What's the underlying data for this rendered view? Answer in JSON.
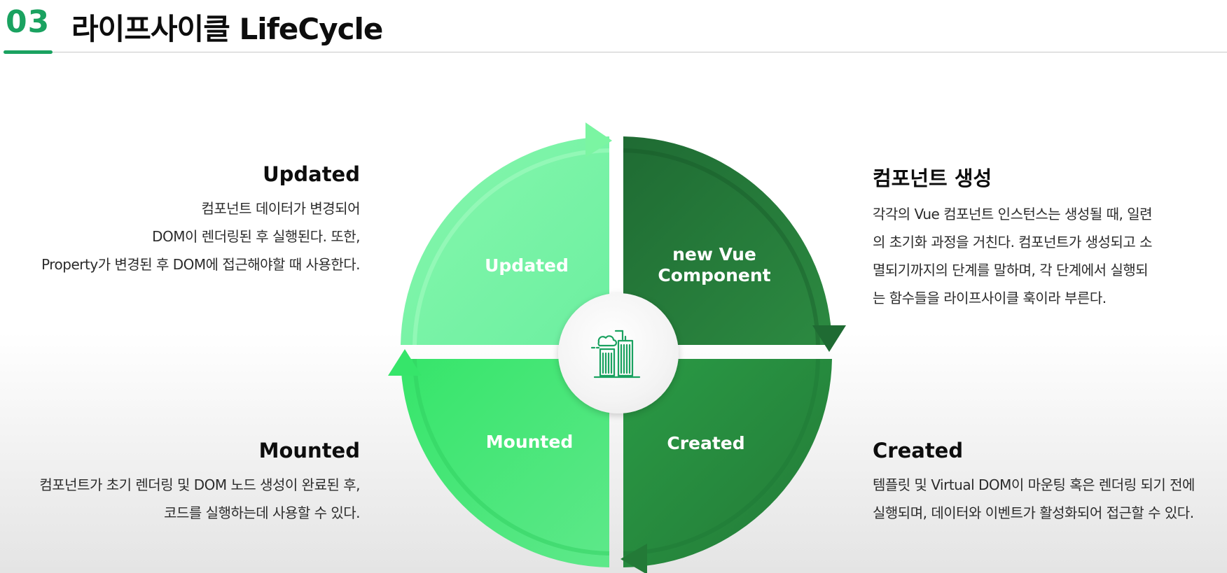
{
  "header": {
    "number": "03",
    "title": "라이프사이클 LifeCycle"
  },
  "cycle": {
    "quadrants": {
      "top_left": "Updated",
      "top_right_line1": "new Vue",
      "top_right_line2": "Component",
      "bottom_left": "Mounted",
      "bottom_right": "Created"
    },
    "center_icon": "city-buildings-icon",
    "colors": {
      "top_left": "#7bf5a2",
      "top_right": "#25773a",
      "bottom_left": "#43de70",
      "bottom_right": "#2a9a45",
      "accent": "#1aa260"
    }
  },
  "descriptions": {
    "updated": {
      "title": "Updated",
      "lines": [
        "컴포넌트 데이터가 변경되어",
        "DOM이 렌더링된 후 실행된다. 또한,",
        "Property가 변경된 후 DOM에 접근해야할 때 사용한다."
      ]
    },
    "component_creation": {
      "title": "컴포넌트 생성",
      "lines": [
        "각각의 Vue 컴포넌트 인스턴스는 생성될 때, 일련",
        "의 초기화 과정을 거친다. 컴포넌트가 생성되고 소",
        "멸되기까지의 단계를 말하며, 각 단계에서 실행되",
        "는 함수들을 라이프사이클 훅이라 부른다."
      ]
    },
    "mounted": {
      "title": "Mounted",
      "lines": [
        "컴포넌트가 초기 렌더링 및 DOM 노드 생성이 완료된 후,",
        "코드를 실행하는데 사용할 수 있다."
      ]
    },
    "created": {
      "title": "Created",
      "lines": [
        "템플릿 및 Virtual DOM이 마운팅 혹은 렌더링 되기 전에",
        "실행되며, 데이터와 이벤트가 활성화되어 접근할 수 있다."
      ]
    }
  }
}
